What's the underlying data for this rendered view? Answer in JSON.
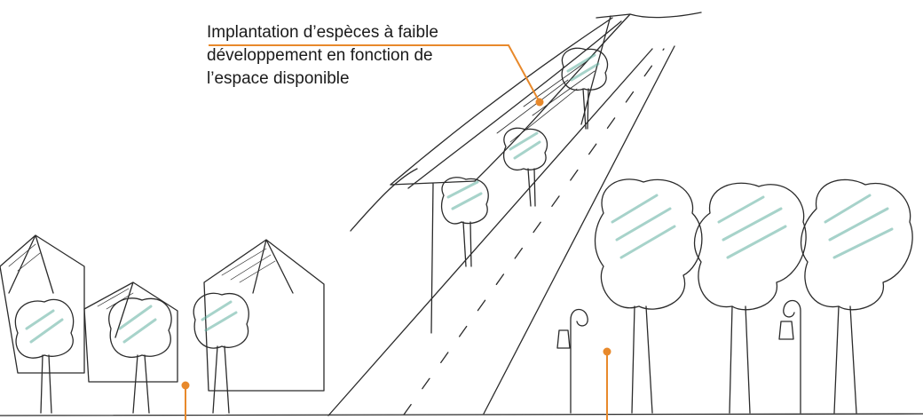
{
  "annotation": {
    "lines": [
      "Implantation d’espèces à faible",
      "développement en fonction de",
      "l’espace disponible"
    ]
  },
  "colors": {
    "sketch_ink": "#2b2b2b",
    "foliage_tint": "#5fae9f",
    "callout_orange": "#e8892b",
    "background": "#ffffff"
  }
}
